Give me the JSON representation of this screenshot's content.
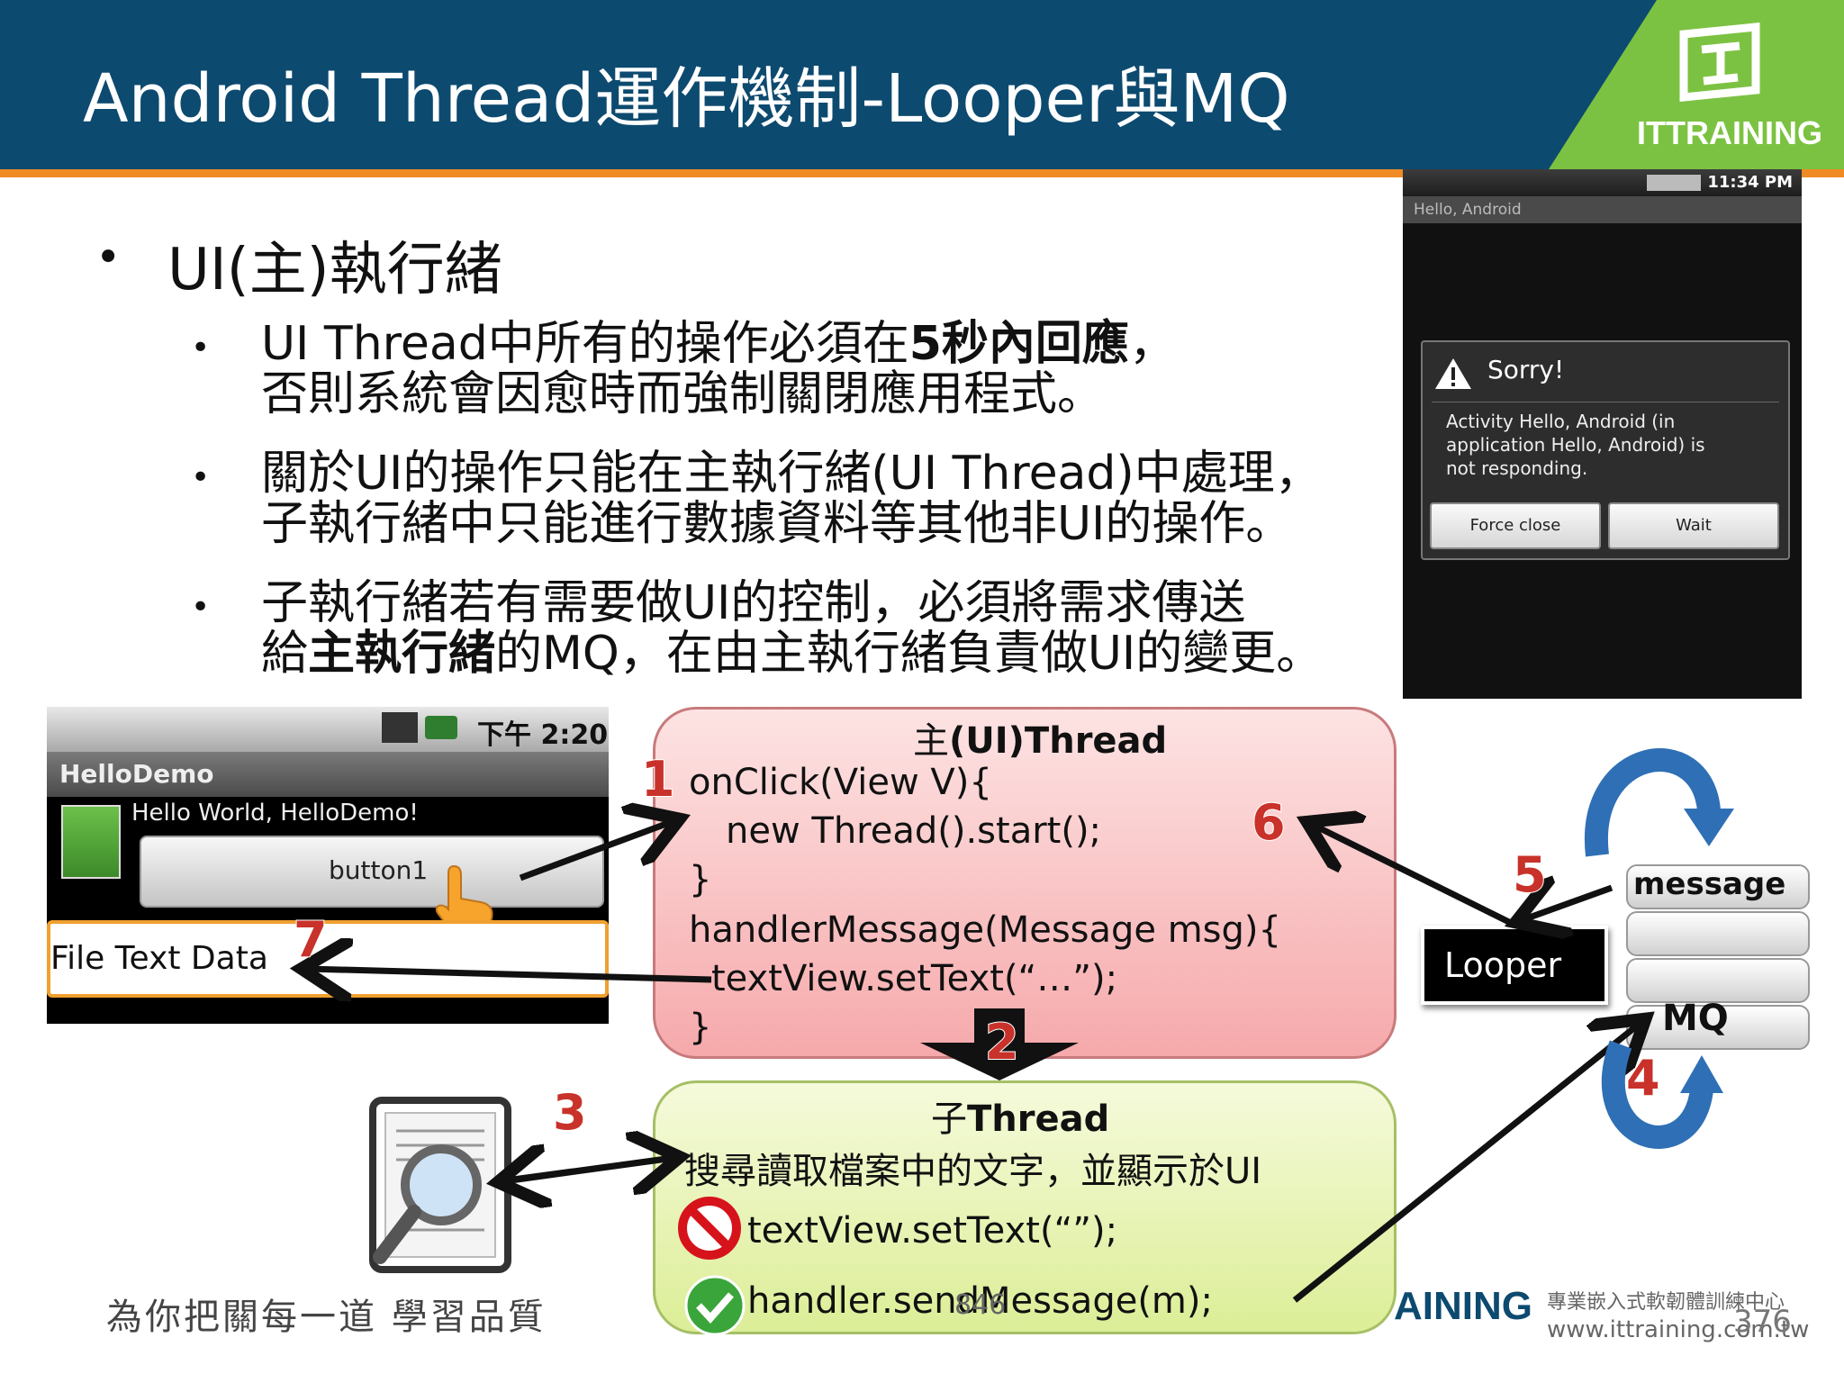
{
  "slide": {
    "title": "Android Thread運作機制-Looper與MQ",
    "logo_text": "ITTRAINING",
    "bullet_main": "UI(主)執行緒",
    "sub_bullets": [
      {
        "line1_a": "UI Thread中所有的操作必須在",
        "line1_b": "5秒內回應",
        "line1_c": "，",
        "line2": "否則系統會因愈時而強制關閉應用程式。"
      },
      {
        "line1": "關於UI的操作只能在主執行緒(UI Thread)中處理，",
        "line2": "子執行緒中只能進行數據資料等其他非UI的操作。"
      },
      {
        "line1": "子執行緒若有需要做UI的控制，必須將需求傳送",
        "line2_a": "給",
        "line2_b": "主執行緒",
        "line2_c": "的MQ，在由主執行緒負責做UI的變更。"
      }
    ],
    "bullet_glyph": "•",
    "footer_text": "為你把關每一道 學習品質",
    "page_number": "376",
    "footer_page": "846",
    "footer_logo_text": "AINING",
    "footer_brand_cn": "專業嵌入式軟韌體訓練中心",
    "footer_url": "www.ittraining.com.tw"
  },
  "phone_dialog": {
    "status_time": "11:34 PM",
    "app_title": "Hello, Android",
    "dialog_title": "Sorry!",
    "dialog_message_1": "Activity Hello, Android (in",
    "dialog_message_2": "application Hello, Android) is",
    "dialog_message_3": "not responding.",
    "force_close_label": "Force close",
    "wait_label": "Wait"
  },
  "hello_demo": {
    "status_time": "下午 2:20",
    "app_title": "HelloDemo",
    "hello_text": "Hello World, HelloDemo!",
    "button_label": "button1",
    "field_text": "File Text Data"
  },
  "ui_thread_box": {
    "title_a": "主",
    "title_b": "(UI)Thread",
    "code": [
      "onClick(View V){",
      "new Thread().start();",
      "}",
      "handlerMessage(Message msg){",
      "textView.setText(“…”);",
      "}"
    ]
  },
  "sub_thread_box": {
    "title_a": "子",
    "title_b": "Thread",
    "desc": "搜尋讀取檔案中的文字，並顯示於UI",
    "code_bad": "textView.setText(“”);",
    "code_good": "handler.sendMessage(m);"
  },
  "looper": {
    "label": "Looper"
  },
  "mq": {
    "message_label": "message",
    "label": "MQ"
  },
  "step_numbers": [
    "1",
    "2",
    "3",
    "4",
    "5",
    "6",
    "7"
  ],
  "colors": {
    "header": "#0d4a6f",
    "stripe": "#f08a24",
    "ui_box": "#f6a9ab",
    "sub_box": "#dcee97",
    "step_number": "#c8322a",
    "cycle_arrow": "#2f6fb5"
  }
}
